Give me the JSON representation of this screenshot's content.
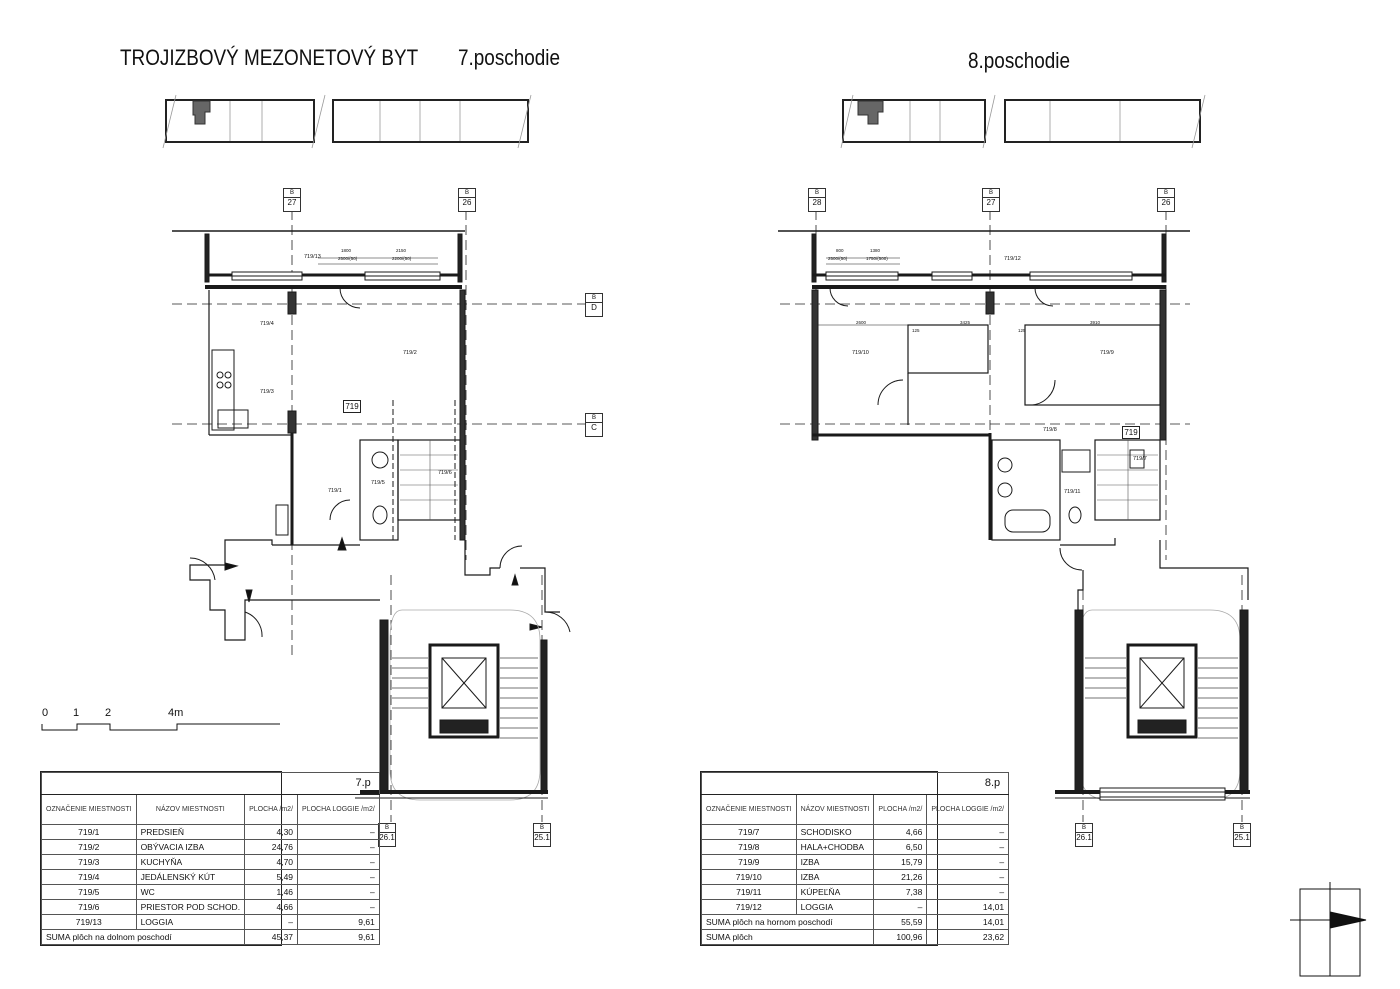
{
  "header": {
    "title": "TROJIZBOVÝ MEZONETOVÝ BYT",
    "floor7": "7.poschodie",
    "floor8": "8.poschodie"
  },
  "scale": {
    "labels": [
      "0",
      "1",
      "2",
      "4m"
    ]
  },
  "apartment_label": "719",
  "axes": {
    "prefix": "B",
    "f7": [
      "27",
      "26",
      "26.1",
      "25.1",
      "D",
      "C"
    ],
    "f8": [
      "28",
      "27",
      "26",
      "26.1",
      "25.1"
    ]
  },
  "rooms7": [
    "719/13",
    "719/4",
    "719/2",
    "719/3",
    "719/1",
    "719/5",
    "719/6"
  ],
  "rooms8": [
    "719/12",
    "719/10",
    "719/9",
    "719/8",
    "719/7",
    "719/11"
  ],
  "dims7": [
    "1800",
    "2500/(50)",
    "2150",
    "2200/(50)"
  ],
  "dims8": [
    "800",
    "2500/(50)",
    "1380",
    "1750/(500)",
    "2600",
    "125",
    "3425",
    "125",
    "3910"
  ],
  "table7": {
    "floor": "7.p",
    "headers": [
      "OZNAČENIE MIESTNOSTI",
      "NÁZOV MIESTNOSTI",
      "PLOCHA /m2/",
      "PLOCHA LOGGIE /m2/"
    ],
    "rows": [
      [
        "719/1",
        "PREDSIEŇ",
        "4,30",
        "–"
      ],
      [
        "719/2",
        "OBÝVACIA IZBA",
        "24,76",
        "–"
      ],
      [
        "719/3",
        "KUCHYŇA",
        "4,70",
        "–"
      ],
      [
        "719/4",
        "JEDÁLENSKÝ KÚT",
        "5,49",
        "–"
      ],
      [
        "719/5",
        "WC",
        "1,46",
        "–"
      ],
      [
        "719/6",
        "PRIESTOR POD SCHOD.",
        "4,66",
        "–"
      ],
      [
        "719/13",
        "LOGGIA",
        "–",
        "9,61"
      ]
    ],
    "sums": [
      [
        "SUMA plôch na dolnom poschodí",
        "45,37",
        "9,61"
      ]
    ]
  },
  "table8": {
    "floor": "8.p",
    "headers": [
      "OZNAČENIE MIESTNOSTI",
      "NÁZOV MIESTNOSTI",
      "PLOCHA /m2/",
      "PLOCHA LOGGIE /m2/"
    ],
    "rows": [
      [
        "719/7",
        "SCHODISKO",
        "4,66",
        "–"
      ],
      [
        "719/8",
        "HALA+CHODBA",
        "6,50",
        "–"
      ],
      [
        "719/9",
        "IZBA",
        "15,79",
        "–"
      ],
      [
        "719/10",
        "IZBA",
        "21,26",
        "–"
      ],
      [
        "719/11",
        "KÚPEĽŇA",
        "7,38",
        "–"
      ],
      [
        "719/12",
        "LOGGIA",
        "–",
        "14,01"
      ]
    ],
    "sums": [
      [
        "SUMA plôch na hornom poschodí",
        "55,59",
        "14,01"
      ],
      [
        "SUMA plôch",
        "100,96",
        "23,62"
      ]
    ]
  },
  "colors": {
    "line": "#1a1a1a",
    "wall": "#2a2a2a",
    "fill": "#555555"
  },
  "icons": [
    "north-arrow-icon"
  ]
}
